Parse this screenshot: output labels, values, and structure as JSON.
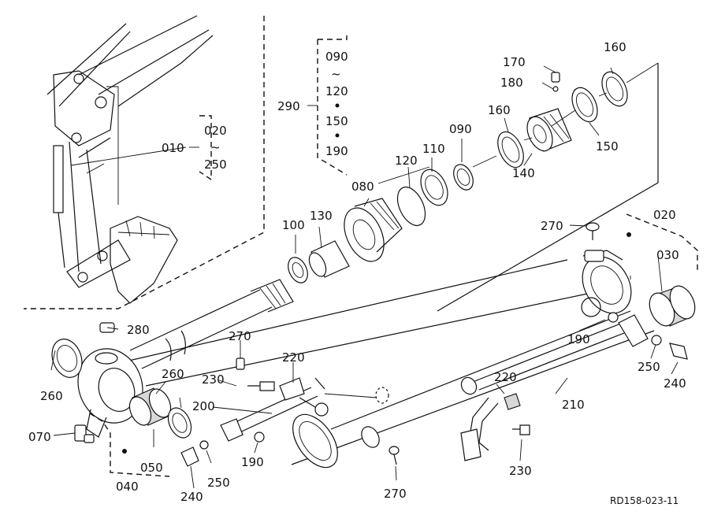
{
  "callouts": {
    "p010": "010",
    "p020a": "020",
    "p250a": "250",
    "tilde": "~",
    "p290": "290",
    "p090a": "090",
    "p120a": "120",
    "p150a": "150",
    "p190a": "190",
    "p080": "080",
    "p100": "100",
    "p130": "130",
    "p120b": "120",
    "p110": "110",
    "p090b": "090",
    "p160a": "160",
    "p140": "140",
    "p170": "170",
    "p180": "180",
    "p160b": "160",
    "p150b": "150",
    "p270a": "270",
    "p020b": "020",
    "p030": "030",
    "p190b": "190",
    "p250b": "250",
    "p240a": "240",
    "p220a": "220",
    "p210": "210",
    "p230a": "230",
    "p280": "280",
    "p270b": "270",
    "p220b": "220",
    "p230b": "230",
    "p260a": "260",
    "p260b": "260",
    "p200": "200",
    "p070": "070",
    "p050": "050",
    "p040": "040",
    "p250c": "250",
    "p190c": "190",
    "p240b": "240",
    "p270c": "270"
  },
  "reference_code": "RD158-023-11"
}
